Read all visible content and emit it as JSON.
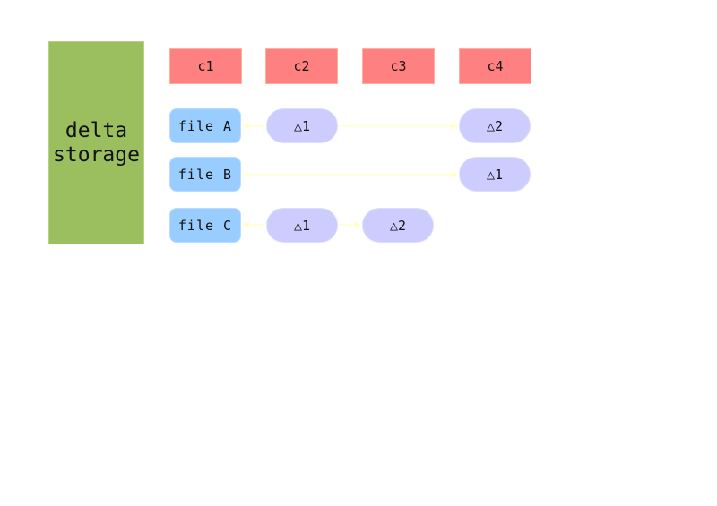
{
  "storage": {
    "line1": "delta",
    "line2": "storage"
  },
  "commits": [
    "c1",
    "c2",
    "c3",
    "c4"
  ],
  "files": {
    "a": "file A",
    "b": "file B",
    "c": "file C"
  },
  "deltas": {
    "a_c2": "△1",
    "a_c4": "△2",
    "b_c4": "△1",
    "c_c2": "△1",
    "c_c3": "△2"
  },
  "colors": {
    "storage": "#9bbf5e",
    "commit": "#ff8080",
    "file": "#99ccff",
    "delta": "#ccccff",
    "link": "#ffffcc"
  }
}
